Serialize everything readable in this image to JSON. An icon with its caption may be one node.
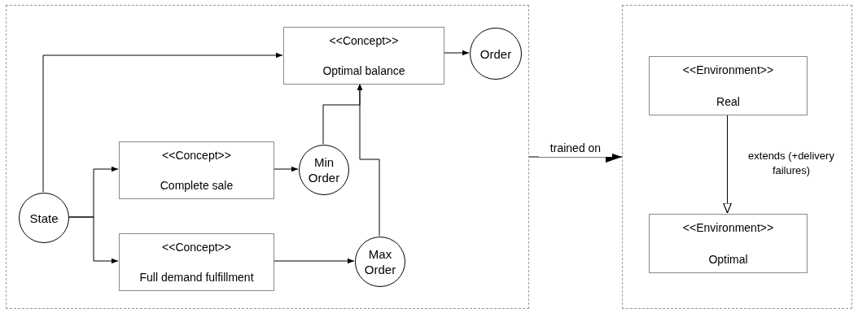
{
  "diagram": {
    "nodes": [
      {
        "text": [],
        "shape": "box"
      },
      {
        "text": [
          "<<Concept>>",
          "Optimal balance"
        ],
        "in": 0
      },
      {
        "text": [
          "Order"
        ],
        "in": 0
      },
      {
        "text": [
          "<<Concept>>",
          "Complete sale"
        ],
        "in": 0
      },
      {
        "text": [
          "Min Order"
        ],
        "in": 0
      },
      {
        "text": [
          "State"
        ],
        "in": 0
      },
      {
        "text": [
          "<<Concept>>",
          "Full demand fulfillment"
        ],
        "in": 0
      },
      {
        "text": [
          "Max Order"
        ],
        "in": 0
      },
      {
        "text": [],
        "shape": "box"
      },
      {
        "text": [
          "<<Environment>>",
          "Real"
        ],
        "in": 8
      },
      {
        "text": [
          "<<Environment>>",
          "Optimal"
        ],
        "in": 8
      }
    ],
    "edges": [
      {
        "from": 5,
        "to": 1,
        "arrow": "to"
      },
      {
        "from": 1,
        "to": 2,
        "arrow": "to"
      },
      {
        "from": 5,
        "to": 3,
        "arrow": "to"
      },
      {
        "from": 5,
        "to": 6,
        "arrow": "to"
      },
      {
        "from": 3,
        "to": 4,
        "arrow": "to"
      },
      {
        "from": 6,
        "to": 7,
        "arrow": "to"
      },
      {
        "from": 4,
        "to": 1,
        "arrow": "to"
      },
      {
        "from": 7,
        "to": 1,
        "arrow": "to"
      },
      {
        "from": 0,
        "to": 8,
        "arrow": "to",
        "label": "trained on"
      },
      {
        "from": 9,
        "to": 10,
        "arrow": "to",
        "label": "extends (+delivery failures)"
      }
    ]
  }
}
